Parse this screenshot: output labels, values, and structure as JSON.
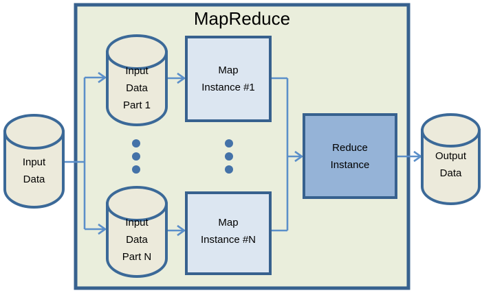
{
  "diagram": {
    "title": "MapReduce",
    "type": "flow-diagram",
    "colors": {
      "container_fill": "#eaeedc",
      "container_stroke": "#37618e",
      "cylinder_fill": "#eceadb",
      "cylinder_stroke": "#3b6998",
      "map_box_fill": "#dce6f1",
      "map_box_stroke": "#37618e",
      "reduce_box_fill": "#95b3d7",
      "reduce_box_stroke": "#37618e",
      "connector_stroke": "#5b8fc9",
      "dot_fill": "#4472a8",
      "text": "#000000",
      "page_background": "#ffffff"
    },
    "nodes": {
      "input_data": {
        "label_lines": [
          "Input",
          "Data"
        ],
        "shape": "cylinder"
      },
      "input_part_1": {
        "label_lines": [
          "Input",
          "Data",
          "Part 1"
        ],
        "shape": "cylinder"
      },
      "input_part_n": {
        "label_lines": [
          "Input",
          "Data",
          "Part N"
        ],
        "shape": "cylinder"
      },
      "map_instance_1": {
        "label_lines": [
          "Map",
          "Instance #1"
        ],
        "shape": "rectangle"
      },
      "map_instance_n": {
        "label_lines": [
          "Map",
          "Instance #N"
        ],
        "shape": "rectangle"
      },
      "reduce_instance": {
        "label_lines": [
          "Reduce",
          "Instance"
        ],
        "shape": "rectangle"
      },
      "output_data": {
        "label_lines": [
          "Output",
          "Data"
        ],
        "shape": "cylinder"
      }
    },
    "ellipsis": {
      "left_column_dots": 3,
      "right_column_dots": 3
    }
  }
}
